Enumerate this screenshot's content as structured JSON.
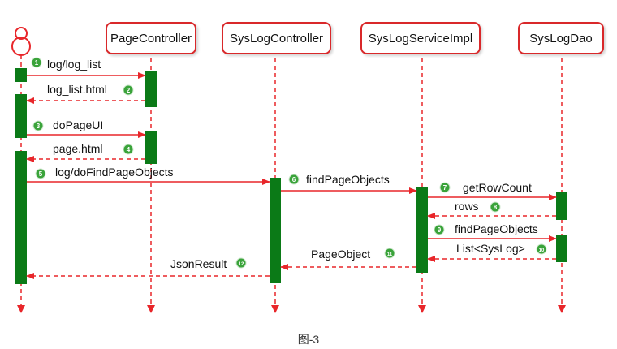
{
  "participants": [
    {
      "id": "actor",
      "label": ""
    },
    {
      "id": "page_controller",
      "label": "PageController"
    },
    {
      "id": "syslog_controller",
      "label": "SysLogController"
    },
    {
      "id": "syslog_service_impl",
      "label": "SysLogServiceImpl"
    },
    {
      "id": "syslog_dao",
      "label": "SysLogDao"
    }
  ],
  "messages": [
    {
      "num": "1",
      "label": "log/log_list",
      "from": "actor",
      "to": "page_controller",
      "kind": "call"
    },
    {
      "num": "2",
      "label": "log_list.html",
      "from": "page_controller",
      "to": "actor",
      "kind": "return"
    },
    {
      "num": "3",
      "label": "doPageUI",
      "from": "actor",
      "to": "page_controller",
      "kind": "call"
    },
    {
      "num": "4",
      "label": "page.html",
      "from": "page_controller",
      "to": "actor",
      "kind": "return"
    },
    {
      "num": "5",
      "label": "log/doFindPageObjects",
      "from": "actor",
      "to": "syslog_controller",
      "kind": "call"
    },
    {
      "num": "6",
      "label": "findPageObjects",
      "from": "syslog_controller",
      "to": "syslog_service_impl",
      "kind": "call"
    },
    {
      "num": "7",
      "label": "getRowCount",
      "from": "syslog_service_impl",
      "to": "syslog_dao",
      "kind": "call"
    },
    {
      "num": "8",
      "label": "rows",
      "from": "syslog_dao",
      "to": "syslog_service_impl",
      "kind": "return"
    },
    {
      "num": "9",
      "label": "findPageObjects",
      "from": "syslog_service_impl",
      "to": "syslog_dao",
      "kind": "call"
    },
    {
      "num": "10",
      "label": "List<SysLog>",
      "from": "syslog_dao",
      "to": "syslog_service_impl",
      "kind": "return"
    },
    {
      "num": "11",
      "label": "PageObject",
      "from": "syslog_service_impl",
      "to": "syslog_controller",
      "kind": "return"
    },
    {
      "num": "12",
      "label": "JsonResult",
      "from": "syslog_controller",
      "to": "actor",
      "kind": "return"
    }
  ],
  "caption": "图-3",
  "colors": {
    "arrow": "#e8262a",
    "activation": "#0b7a17",
    "badge": "#3aa33a",
    "box_border": "#d9282a"
  }
}
